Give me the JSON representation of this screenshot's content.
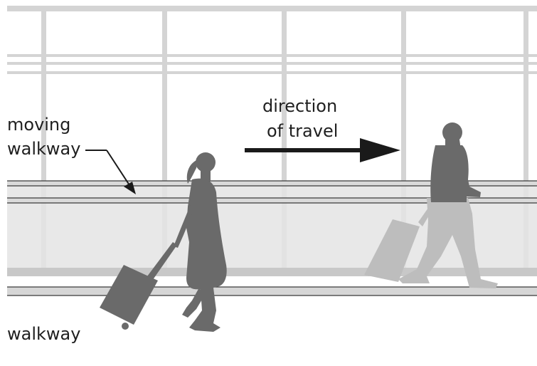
{
  "labels": {
    "moving_walkway_line1": "moving",
    "moving_walkway_line2": "walkway",
    "direction_line1": "direction",
    "direction_line2": "of travel",
    "walkway": "walkway"
  },
  "colors": {
    "background": "#ffffff",
    "window_frame": "#d4d4d4",
    "walkway_fill": "#e4e4e4",
    "rail_line": "#3a3a3a",
    "floor_band": "#c8c8c8",
    "figure_dark": "#6a6a6a",
    "figure_light": "#bdbdbd",
    "arrow": "#1a1a1a",
    "text": "#1f1f1f"
  },
  "icons": {
    "direction_arrow": "right-arrow-icon",
    "pointer_arrow": "diagonal-arrow-icon",
    "woman_figure": "walking-woman-with-suitcase-icon",
    "man_figure": "walking-man-with-suitcase-icon"
  }
}
